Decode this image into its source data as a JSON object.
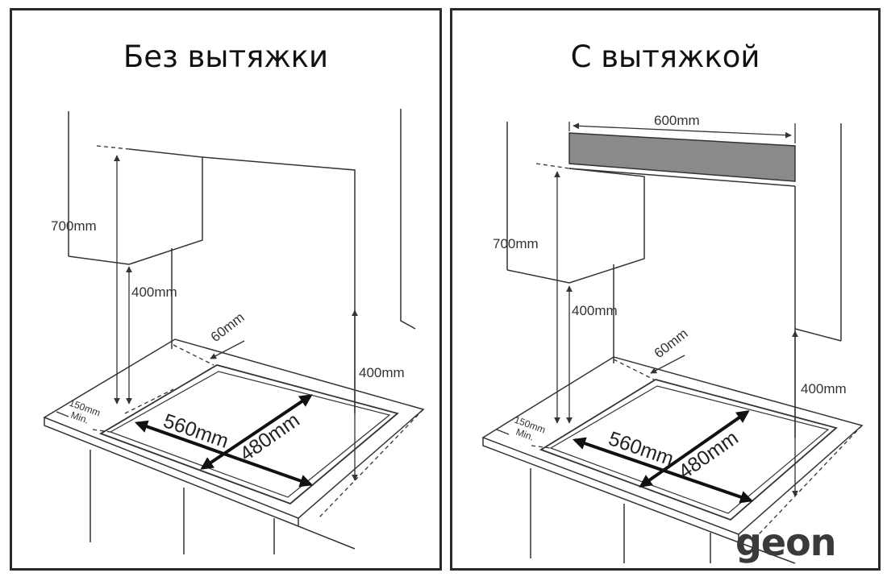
{
  "panels": [
    {
      "title": "Без вытяжки",
      "labels": {
        "cabinet_height": "700mm",
        "cabinet_clearance": "400mm",
        "side_clearance": "400mm",
        "rear_gap": "60mm",
        "front_gap": "150mm",
        "front_gap_min": "Min.",
        "cutout_width": "560mm",
        "cutout_depth": "480mm"
      }
    },
    {
      "title": "С вытяжкой",
      "labels": {
        "hood_width": "600mm",
        "cabinet_height": "700mm",
        "cabinet_clearance": "400mm",
        "side_clearance": "400mm",
        "rear_gap": "60mm",
        "front_gap": "150mm",
        "front_gap_min": "Min.",
        "cutout_width": "560mm",
        "cutout_depth": "480mm"
      }
    }
  ],
  "brand": "geon",
  "colors": {
    "line": "#333333",
    "hood": "#8a8a8a",
    "border": "#2a2a2a"
  }
}
